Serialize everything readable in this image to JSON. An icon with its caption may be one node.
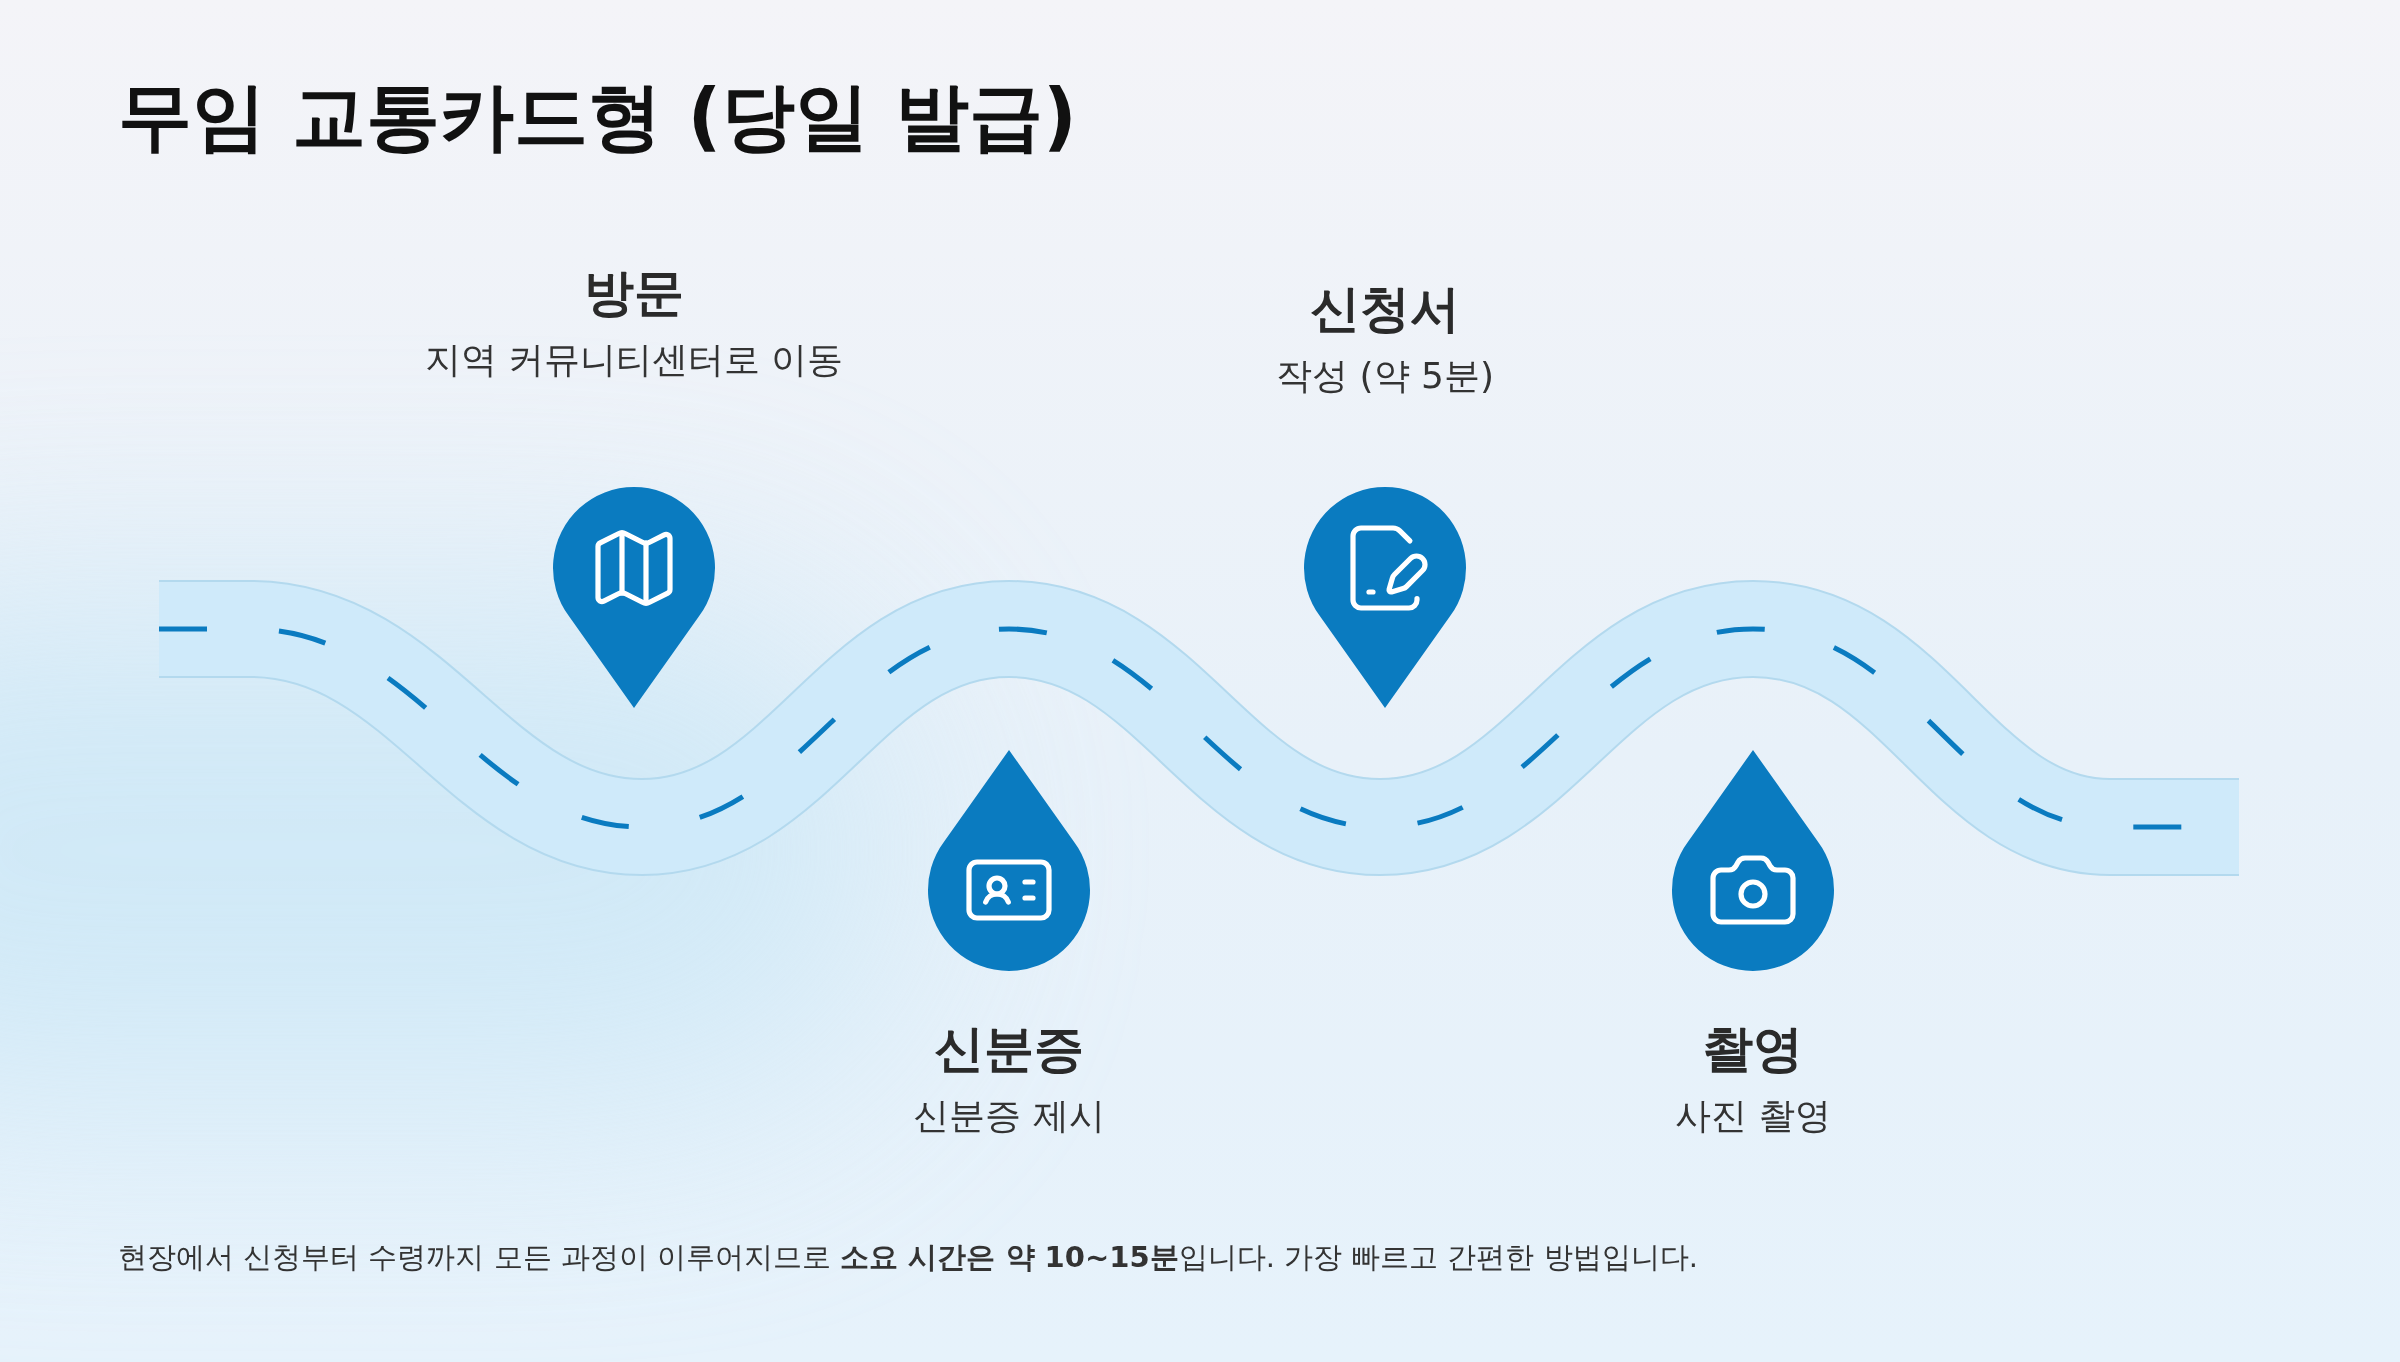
{
  "diagram": {
    "title": "무임 교통카드형 (당일 발급)",
    "nodes": [
      {
        "text": [
          "방문",
          "지역 커뮤니티센터로 이동"
        ]
      },
      {
        "text": [
          "신분증",
          "신분증 제시"
        ]
      },
      {
        "text": [
          "신청서",
          "작성 (약 5분)"
        ]
      },
      {
        "text": [
          "촬영",
          "사진 촬영"
        ]
      }
    ],
    "labels": [
      "현장에서 신청부터 수령까지 모든 과정이 이루어지므로 **소요 시간은 약 10~15분**입니다. 가장 빠르고 간편한 방법입니다."
    ]
  }
}
